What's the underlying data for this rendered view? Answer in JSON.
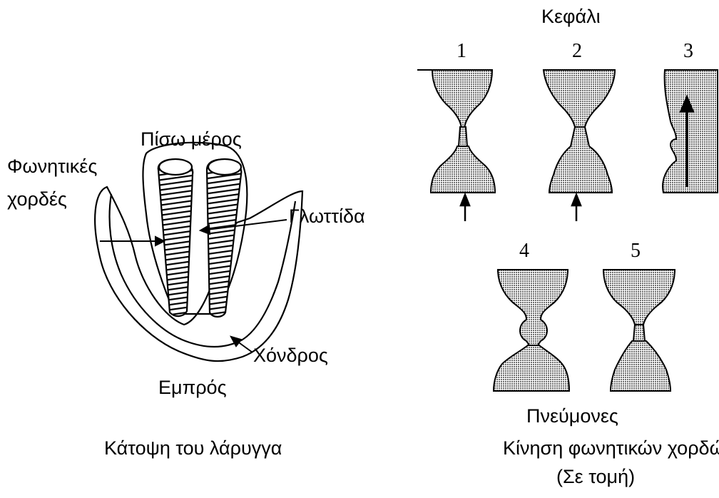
{
  "larynx": {
    "back_label": "Πίσω μέρος",
    "cords_label_line1": "Φωνητικές",
    "cords_label_line2": "χορδές",
    "glottis_label": "Γλωττίδα",
    "cartilage_label": "Χόνδρος",
    "front_label": "Εμπρός",
    "caption": "Κάτοψη του λάρυγγα"
  },
  "motion": {
    "top_label": "Κεφάλι",
    "bottom_label": "Πνεύμονες",
    "caption_line1": "Κίνηση φωνητικών χορδών",
    "caption_line2": "(Σε τομή)",
    "stages": [
      "1",
      "2",
      "3",
      "4",
      "5"
    ]
  },
  "colors": {
    "ink": "#000000",
    "fill": "#9a9a9a",
    "paper": "#ffffff"
  }
}
